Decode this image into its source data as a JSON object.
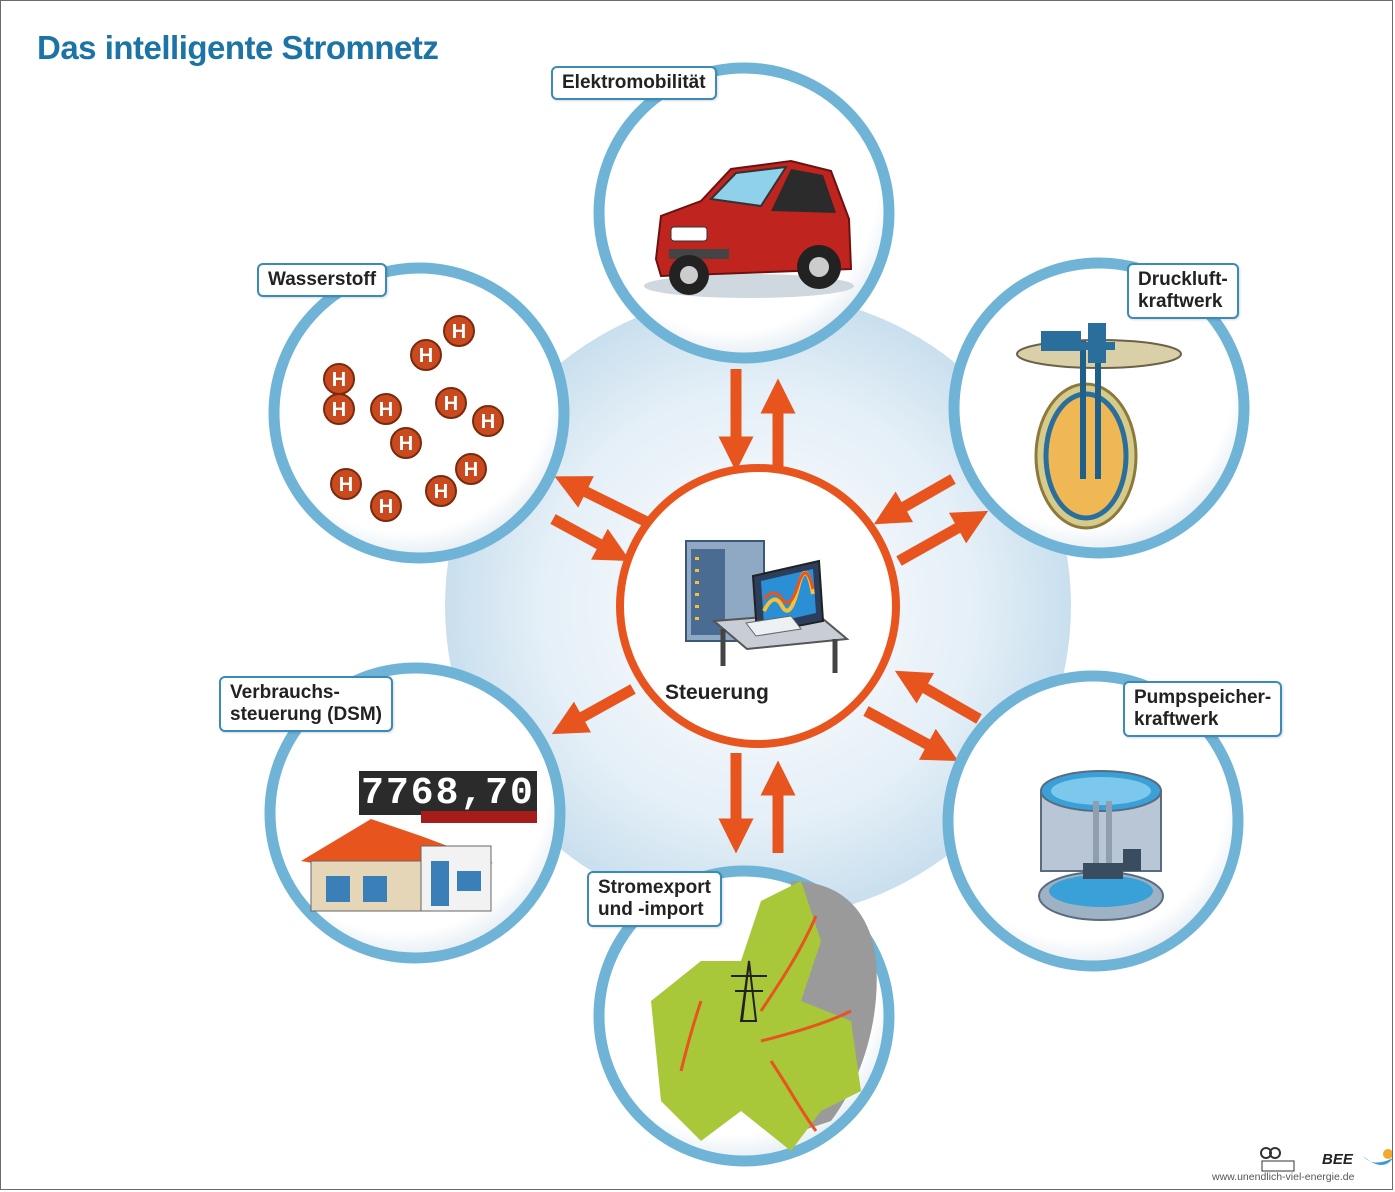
{
  "title": "Das intelligente Stromnetz",
  "center": {
    "label": "Steuerung"
  },
  "nodes": {
    "elektromobilitaet": {
      "label": "Elektromobilität",
      "icon": "electric-car-icon"
    },
    "druckluft": {
      "label_line1": "Druckluft-",
      "label_line2": "kraftwerk",
      "icon": "compressed-air-storage-icon"
    },
    "pumpspeicher": {
      "label_line1": "Pumpspeicher-",
      "label_line2": "kraftwerk",
      "icon": "pumped-storage-icon"
    },
    "stromexport": {
      "label_line1": "Stromexport",
      "label_line2": "und -import",
      "icon": "europe-grid-map-icon"
    },
    "verbrauch": {
      "label_line1": "Verbrauchs-",
      "label_line2": "steuerung (DSM)",
      "icon": "house-meter-icon",
      "meter_digits": "7768,70"
    },
    "wasserstoff": {
      "label": "Wasserstoff",
      "icon": "hydrogen-molecules-icon",
      "atom_symbol": "H"
    }
  },
  "footer": {
    "logo1": "agentur-fuer-erneuerbare-energien-logo",
    "logo2_text": "BEE",
    "url": "www.unendlich-viel-energie.de"
  },
  "colors": {
    "title": "#1b73a6",
    "ring": "#6fb4d6",
    "arrow": "#e8541e",
    "hub_fill": "#dcebf5",
    "label_border": "#3a8bb8"
  }
}
